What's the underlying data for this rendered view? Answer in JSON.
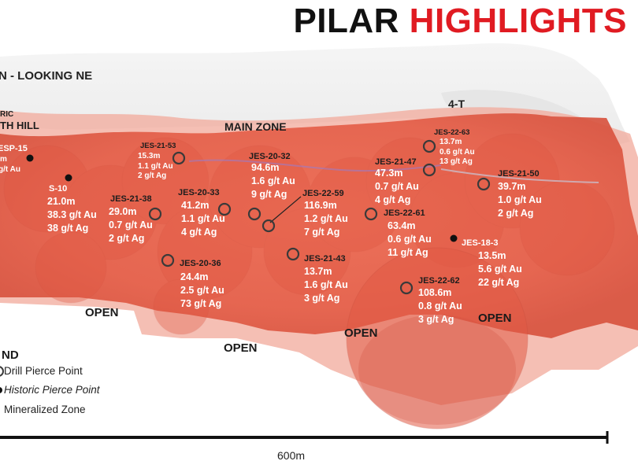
{
  "title": {
    "word1": "PILAR",
    "word2": "HIGHLIGHTS"
  },
  "view_label": "N - LOOKING NE",
  "labels": {
    "historic_fragment": "RIC",
    "hill_fragment": "TH HILL",
    "main_zone": "MAIN ZONE",
    "four_t": "4-T"
  },
  "open_labels": [
    "OPEN",
    "OPEN",
    "OPEN",
    "OPEN"
  ],
  "holes": [
    {
      "id": "ESP-15",
      "values": [
        "m",
        "g/t Au"
      ]
    },
    {
      "id": "S-10",
      "values": [
        "21.0m",
        "38.3 g/t Au",
        "38 g/t Ag"
      ]
    },
    {
      "id": "JES-21-53",
      "values": [
        "15.3m",
        "1.1 g/t Au",
        "2 g/t Ag"
      ]
    },
    {
      "id": "JES-20-32",
      "values": [
        "94.6m",
        "1.6 g/t Au",
        "9 g/t Ag"
      ]
    },
    {
      "id": "JES-21-38",
      "values": [
        "29.0m",
        "0.7 g/t Au",
        "2 g/t Ag"
      ]
    },
    {
      "id": "JES-20-33",
      "values": [
        "41.2m",
        "1.1 g/t Au",
        "4 g/t Ag"
      ]
    },
    {
      "id": "JES-22-59",
      "values": [
        "116.9m",
        "1.2 g/t Au",
        "7 g/t Ag"
      ]
    },
    {
      "id": "JES-20-36",
      "values": [
        "24.4m",
        "2.5 g/t Au",
        "73 g/t Ag"
      ]
    },
    {
      "id": "JES-21-43",
      "values": [
        "13.7m",
        "1.6 g/t Au",
        "3 g/t Ag"
      ]
    },
    {
      "id": "JES-22-63",
      "values": [
        "13.7m",
        "0.6 g/t Au",
        "13 g/t Ag"
      ]
    },
    {
      "id": "JES-21-47",
      "values": [
        "47.3m",
        "0.7 g/t Au",
        "4 g/t Ag"
      ]
    },
    {
      "id": "JES-21-50",
      "values": [
        "39.7m",
        "1.0 g/t Au",
        "2 g/t Ag"
      ]
    },
    {
      "id": "JES-22-61",
      "values": [
        "63.4m",
        "0.6 g/t Au",
        "11 g/t Ag"
      ]
    },
    {
      "id": "JES-18-3",
      "values": [
        "13.5m",
        "5.6 g/t Au",
        "22 g/t Ag"
      ]
    },
    {
      "id": "JES-22-62",
      "values": [
        "108.6m",
        "0.8 g/t Au",
        "3 g/t Ag"
      ]
    }
  ],
  "legend": {
    "title_fragment": "ND",
    "items": [
      "Drill Pierce Point",
      "Historic Pierce Point",
      "Mineralized Zone"
    ]
  },
  "scale": {
    "label": "600m"
  },
  "colors": {
    "title_black": "#111111",
    "title_red": "#e01b22",
    "zone_fill": "#e8604a",
    "zone_light": "#f2b0a3",
    "pierce_ring": "#3a3a3a",
    "historic_point": "#111111"
  }
}
